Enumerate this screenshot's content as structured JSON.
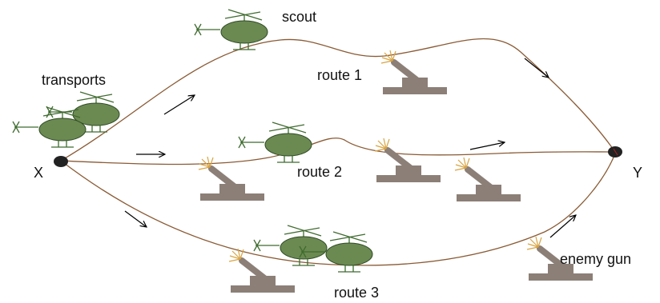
{
  "labels": {
    "scout": "scout",
    "transports": "transports",
    "origin": "X",
    "destination": "Y",
    "route1": "route 1",
    "route2": "route 2",
    "route3": "route 3",
    "enemy_gun": "enemy gun"
  },
  "colors": {
    "route_line": "#8a5a34",
    "helicopter_body": "#6b8a52",
    "helicopter_outline": "#2e4a22",
    "rotor": "#3f6b2f",
    "gun_base": "#8c7f77",
    "gun_barrel": "#8c7f77",
    "muzzle_flash": "#d9a441",
    "node": "#222222"
  },
  "icons": {
    "helicopter": "helicopter-icon",
    "gun": "anti-aircraft-gun-icon",
    "arrow": "direction-arrow-icon"
  }
}
